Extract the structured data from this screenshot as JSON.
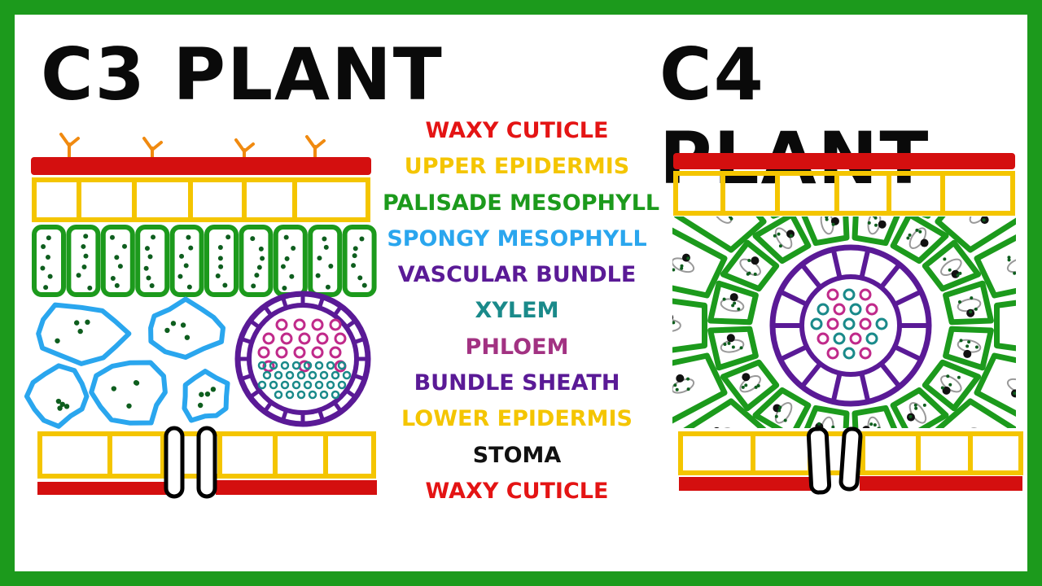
{
  "titles": {
    "c3": "C3 PLANT",
    "c4": "C4 PLANT"
  },
  "labels": [
    {
      "text": "WAXY CUTICLE",
      "color": "#e41414"
    },
    {
      "text": "UPPER EPIDERMIS",
      "color": "#f4c500"
    },
    {
      "text": "PALISADE MESOPHYLL",
      "color": "#1c9a1c"
    },
    {
      "text": "SPONGY MESOPHYLL",
      "color": "#2aa6ee"
    },
    {
      "text": "VASCULAR BUNDLE",
      "color": "#5a1a96"
    },
    {
      "text": "XYLEM",
      "color": "#1a8a8a"
    },
    {
      "text": "PHLOEM",
      "color": "#a23282"
    },
    {
      "text": "BUNDLE SHEATH",
      "color": "#5a1a96"
    },
    {
      "text": "LOWER EPIDERMIS",
      "color": "#f4c500"
    },
    {
      "text": "STOMA",
      "color": "#111111"
    },
    {
      "text": "WAXY CUTICLE",
      "color": "#e41414"
    }
  ],
  "colors": {
    "border": "#1c9a1c",
    "cuticle": "#d40f0f",
    "epidermis": "#f4c500",
    "mesophyll": "#1c9a1c",
    "spongy": "#2aa6ee",
    "bundle": "#5a1a96",
    "xylem": "#1a8a8a",
    "phloem": "#c02a8a",
    "chloroplast": "#0e5e1e",
    "trichome": "#f08a10"
  }
}
